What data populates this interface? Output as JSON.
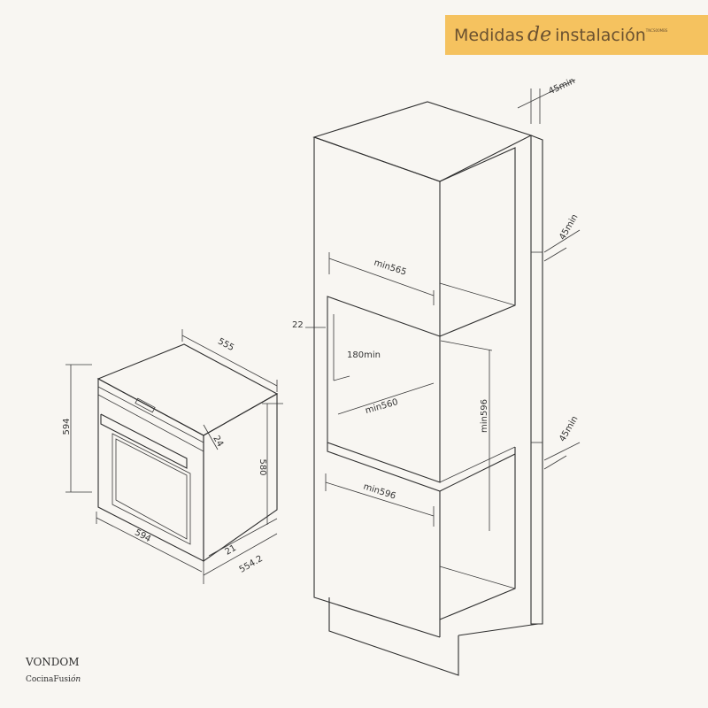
{
  "banner": {
    "part1": "Medidas",
    "part2": "de",
    "part3": "instalación",
    "tiny": "TNCS00MBS"
  },
  "brand": {
    "name": "VONDOM",
    "sub_a": "CocinaFusi",
    "sub_b": "ón"
  },
  "oven": {
    "w_top": "555",
    "h_left": "594",
    "h_right": "580",
    "w_bottom": "594",
    "panel": "21",
    "depth": "554.2",
    "side": "24"
  },
  "cabinet": {
    "top_gap": "45min",
    "rear_gap_upper": "45min",
    "rear_gap_lower": "45min",
    "width_inner": "min565",
    "lip": "22",
    "vent": "180min",
    "depth_inner": "min560",
    "height_inner": "min596",
    "width_base": "min596"
  }
}
